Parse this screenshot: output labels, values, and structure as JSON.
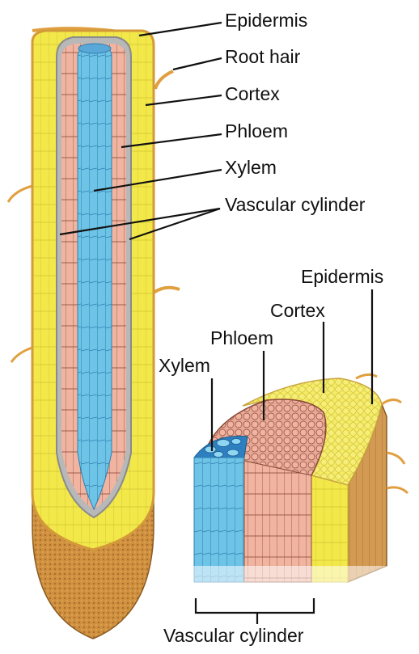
{
  "labels": {
    "epidermis_top": "Epidermis",
    "root_hair": "Root hair",
    "cortex_top": "Cortex",
    "phloem_top": "Phloem",
    "xylem_top": "Xylem",
    "vascular_cylinder_top": "Vascular cylinder",
    "epidermis_cs": "Epidermis",
    "cortex_cs": "Cortex",
    "phloem_cs": "Phloem",
    "xylem_cs": "Xylem",
    "vascular_cylinder_bottom": "Vascular cylinder"
  },
  "colors": {
    "cortex": "#f2e84a",
    "epidermis": "#e0a53c",
    "root_cap": "#c88a3c",
    "phloem": "#f0b4a0",
    "xylem": "#6ec4e6",
    "stele_outline": "#9e9e9e",
    "root_hair": "#e0a040",
    "leader_line": "#111111"
  }
}
